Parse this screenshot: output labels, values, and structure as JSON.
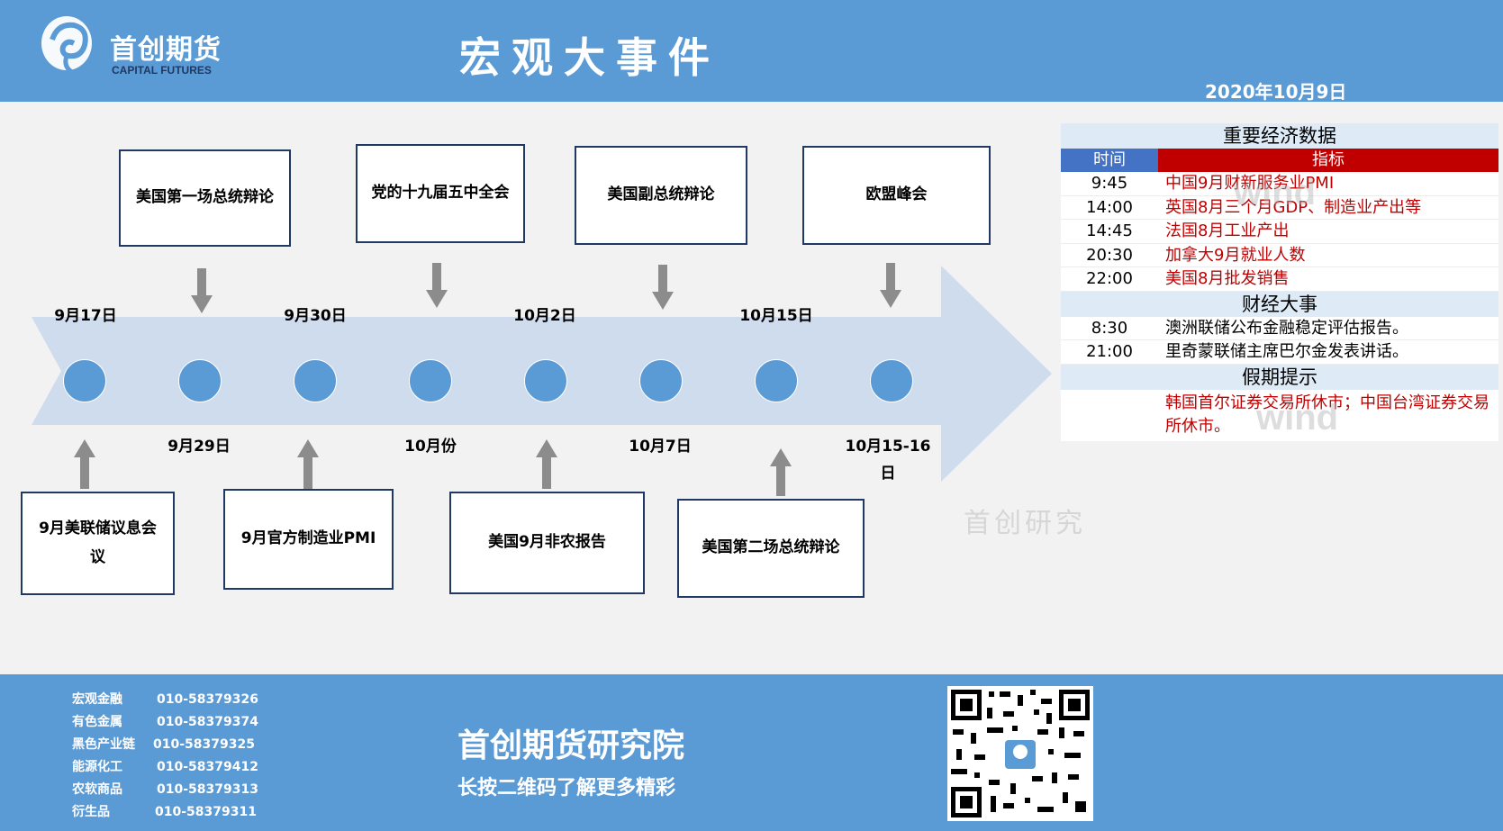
{
  "header": {
    "logo_cn": "首创期货",
    "logo_en": "CAPITAL FUTURES",
    "title": "宏观大事件",
    "date": "2020年10月9日"
  },
  "timeline": {
    "top_events": [
      "美国第一场总统辩论",
      "党的十九届五中全会",
      "美国副总统辩论",
      "欧盟峰会"
    ],
    "bottom_events": [
      "9月美联储议息会议",
      "9月官方制造业PMI",
      "美国9月非农报告",
      "美国第二场总统辩论"
    ],
    "top_dates": [
      "9月17日",
      "9月30日",
      "10月2日",
      "10月15日"
    ],
    "bottom_dates": [
      "9月29日",
      "10月份",
      "10月7日",
      "10月15-16日"
    ]
  },
  "watermark": "首创研究",
  "econ": {
    "section1_title": "重要经济数据",
    "col_time": "时间",
    "col_indicator": "指标",
    "rows": [
      {
        "time": "9:45",
        "item": "中国9月财新服务业PMI"
      },
      {
        "time": "14:00",
        "item": "英国8月三个月GDP、制造业产出等"
      },
      {
        "time": "14:45",
        "item": "法国8月工业产出"
      },
      {
        "time": "20:30",
        "item": "加拿大9月就业人数"
      },
      {
        "time": "22:00",
        "item": "美国8月批发销售"
      }
    ],
    "section2_title": "财经大事",
    "events": [
      {
        "time": "8:30",
        "item": "澳洲联储公布金融稳定评估报告。"
      },
      {
        "time": "21:00",
        "item": "里奇蒙联储主席巴尔金发表讲话。"
      }
    ],
    "section3_title": "假期提示",
    "holiday": "韩国首尔证券交易所休市；中国台湾证券交易所休市。",
    "wind_mark": "wind"
  },
  "footer": {
    "contacts": [
      {
        "name": "宏观金融",
        "phone": "010-58379326"
      },
      {
        "name": "有色金属",
        "phone": "010-58379374"
      },
      {
        "name": "黑色产业链",
        "phone": "010-58379325"
      },
      {
        "name": "能源化工",
        "phone": "010-58379412"
      },
      {
        "name": "农软商品",
        "phone": "010-58379313"
      },
      {
        "name": "衍生品",
        "phone": "010-58379311"
      }
    ],
    "title": "首创期货研究院",
    "subtitle": "长按二维码了解更多精彩"
  },
  "colors": {
    "header_blue": "#5b9bd5",
    "box_border": "#1f3864",
    "table_red": "#c00000",
    "table_blue": "#4472c4",
    "arrow_fill": "#cfdcee"
  }
}
